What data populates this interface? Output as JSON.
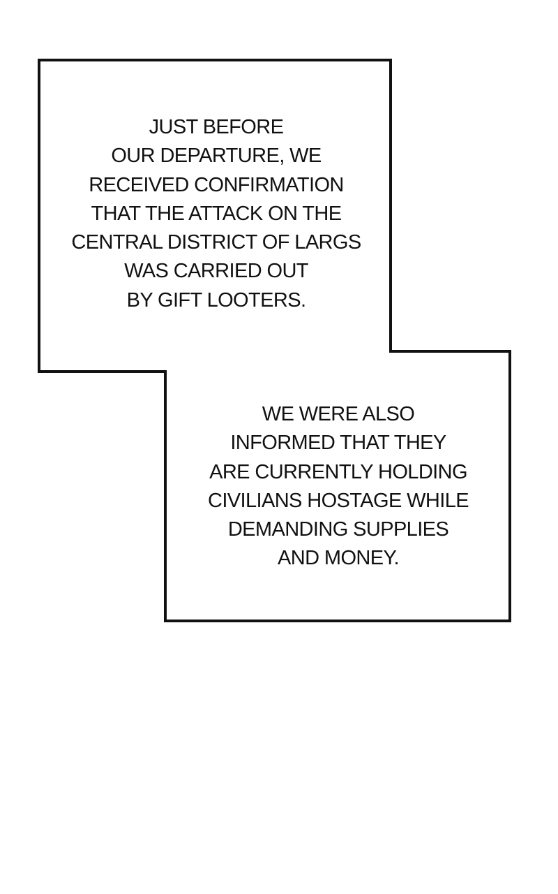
{
  "colors": {
    "background": "#ffffff",
    "border": "#111111",
    "text": "#111111"
  },
  "captions": [
    {
      "lines": [
        "JUST BEFORE",
        "OUR DEPARTURE, WE",
        "RECEIVED CONFIRMATION",
        "THAT THE ATTACK ON THE",
        "CENTRAL DISTRICT OF LARGS",
        "WAS CARRIED OUT",
        "BY GIFT LOOTERS."
      ]
    },
    {
      "lines": [
        "WE WERE ALSO",
        "INFORMED THAT THEY",
        "ARE CURRENTLY HOLDING",
        "CIVILIANS HOSTAGE WHILE",
        "DEMANDING SUPPLIES",
        "AND MONEY."
      ]
    }
  ]
}
